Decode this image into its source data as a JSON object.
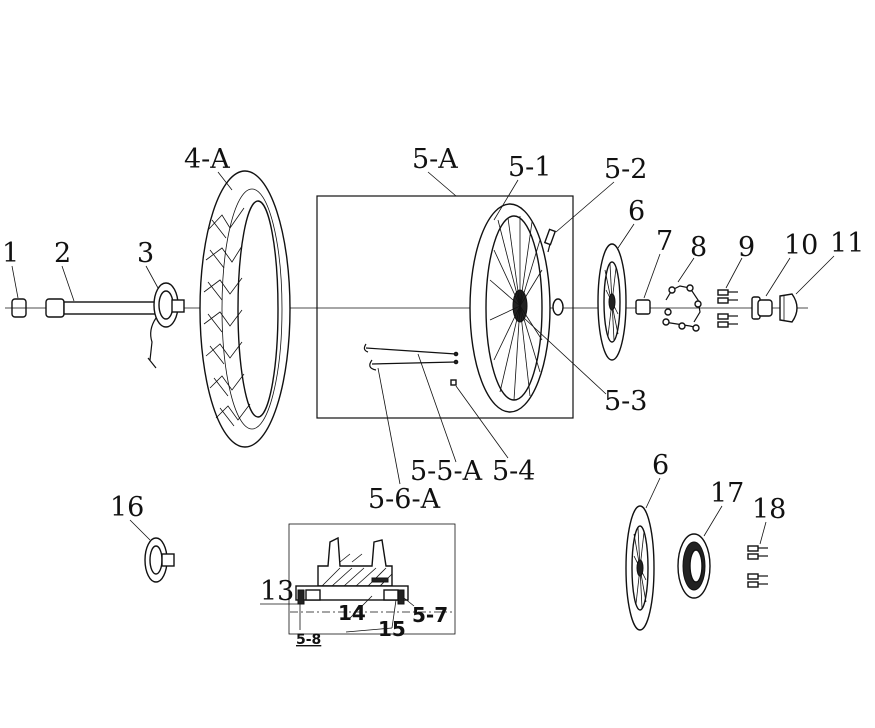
{
  "labels": {
    "p1": "1",
    "p2": "2",
    "p3": "3",
    "p4a": "4-A",
    "p5a": "5-A",
    "p51": "5-1",
    "p52": "5-2",
    "p53": "5-3",
    "p54": "5-4",
    "p55a": "5-5-A",
    "p56a": "5-6-A",
    "p57": "5-7",
    "p58": "5-8",
    "p6a": "6",
    "p6b": "6",
    "p7": "7",
    "p8": "8",
    "p9": "9",
    "p10": "10",
    "p11": "11",
    "p13": "13",
    "p14": "14",
    "p15": "15",
    "p16": "16",
    "p17": "17",
    "p18": "18"
  },
  "colors": {
    "ink": "#111111",
    "background": "#ffffff"
  }
}
